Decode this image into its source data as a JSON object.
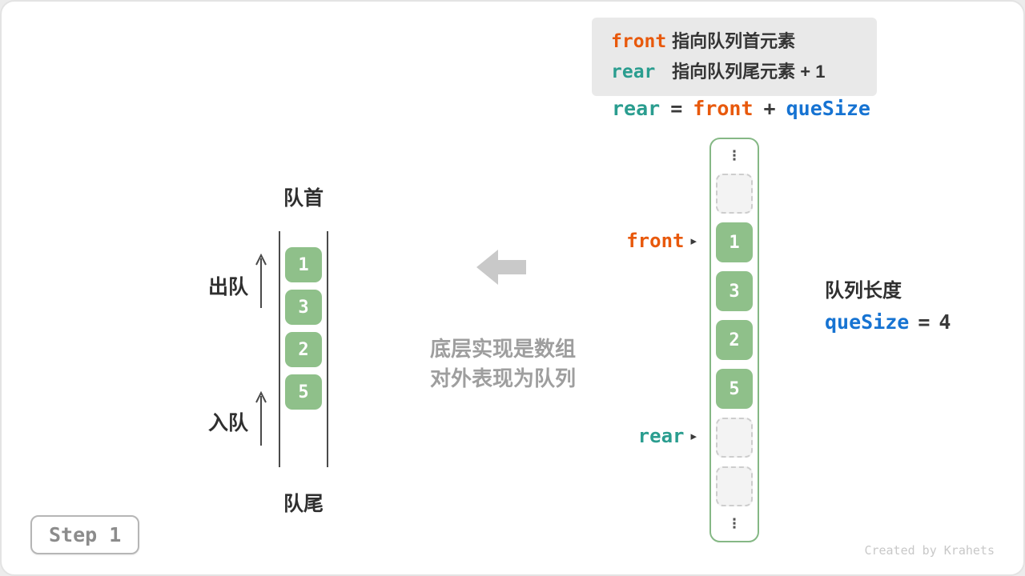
{
  "colors": {
    "orange": "#e8590c",
    "teal": "#2a9d8f",
    "blue": "#1673d2",
    "green": "#8fc08a",
    "ink": "#3a3a3a",
    "gray": "#9e9e9e"
  },
  "legend": {
    "lines": [
      {
        "code": "front",
        "desc": "指向队列首元素"
      },
      {
        "code": "rear",
        "desc": "指向队列尾元素 + 1"
      }
    ]
  },
  "formula": {
    "lhs": "rear",
    "eq": "=",
    "op1": "front",
    "plus": "+",
    "op2": "queSize"
  },
  "array_column": {
    "top_ellipsis": "⋮",
    "bottom_ellipsis": "⋮",
    "cells": [
      "",
      "1",
      "3",
      "2",
      "5",
      "",
      ""
    ]
  },
  "pointers": {
    "front": {
      "label": "front",
      "arrow": "▸"
    },
    "rear": {
      "label": "rear",
      "arrow": "▸"
    }
  },
  "queue_length": {
    "title": "队列长度",
    "code": "queSize",
    "eq": "=",
    "value": "4"
  },
  "abstract_queue": {
    "head_label": "队首",
    "tail_label": "队尾",
    "dequeue_label": "出队",
    "enqueue_label": "入队",
    "cells": [
      "1",
      "3",
      "2",
      "5"
    ]
  },
  "caption": {
    "line1": "底层实现是数组",
    "line2": "对外表现为队列"
  },
  "step_label": "Step 1",
  "credit": "Created by Krahets"
}
